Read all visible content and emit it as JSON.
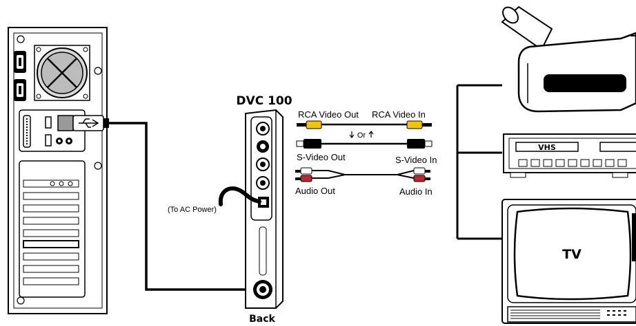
{
  "device": {
    "name": "DVC 100",
    "back_label": "Back",
    "power_note": "(To AC Power)"
  },
  "cables": {
    "rca_video_out": "RCA Video Out",
    "rca_video_in": "RCA Video In",
    "or_label": "Or",
    "svideo_out": "S-Video Out",
    "svideo_in": "S-Video In",
    "audio_out": "Audio Out",
    "audio_in": "Audio In"
  },
  "destinations": {
    "vcr_label": "VHS",
    "tv_label": "TV"
  },
  "colors": {
    "rca_yellow": "#f5c400",
    "audio_red": "#c0262e",
    "line": "#000000"
  }
}
